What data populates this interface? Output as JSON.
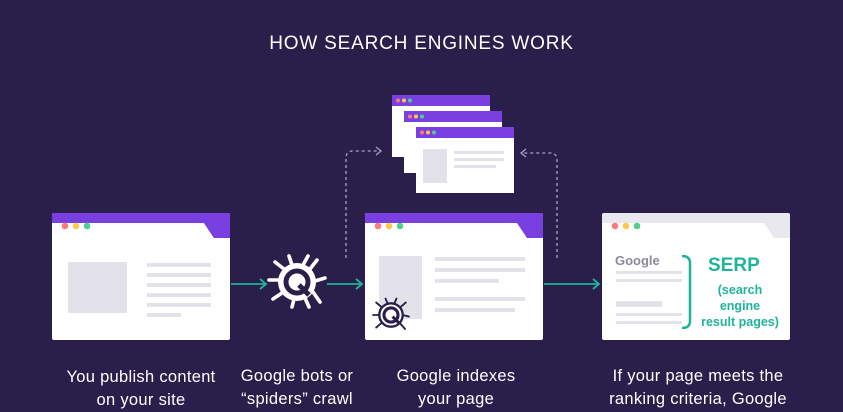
{
  "title": "HOW SEARCH ENGINES WORK",
  "colors": {
    "background": "#2a1f4b",
    "accent_purple": "#7a3fe0",
    "accent_teal": "#1fb49a",
    "window_body": "#ffffff",
    "placeholder": "#e3e2ea",
    "serp_tab_gray": "#e8e8ee"
  },
  "steps": [
    {
      "caption_line1": "You publish content",
      "caption_line2": "on your site"
    },
    {
      "caption_line1": "Google bots or",
      "caption_line2": "“spiders” crawl"
    },
    {
      "caption_line1": "Google indexes",
      "caption_line2": "your page"
    },
    {
      "caption_line1": "If your page meets the",
      "caption_line2": "ranking criteria, Google"
    }
  ],
  "serp": {
    "google_word": "Google",
    "title": "SERP",
    "sub1": "(search",
    "sub2": "engine",
    "sub3": "result pages)"
  },
  "icons": {
    "bot": "spider-bot-icon",
    "connector": "arrow-right-icon",
    "loop": "dashed-loop-arrow-icon"
  }
}
